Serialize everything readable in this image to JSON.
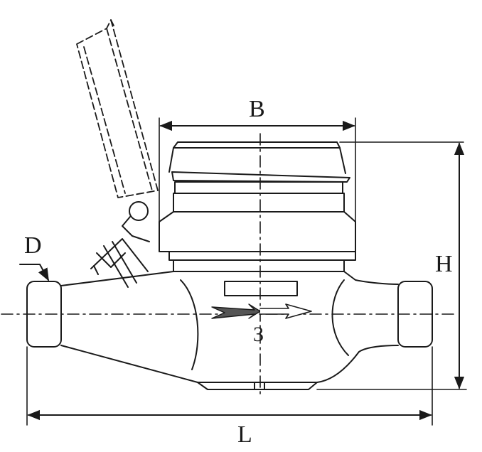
{
  "labels": {
    "width_top": "B",
    "height": "H",
    "length": "L",
    "diameter": "D",
    "flow_number": "3"
  },
  "colors": {
    "line": "#1a1a1a",
    "background": "#ffffff",
    "arrow_fill": "#555555"
  }
}
